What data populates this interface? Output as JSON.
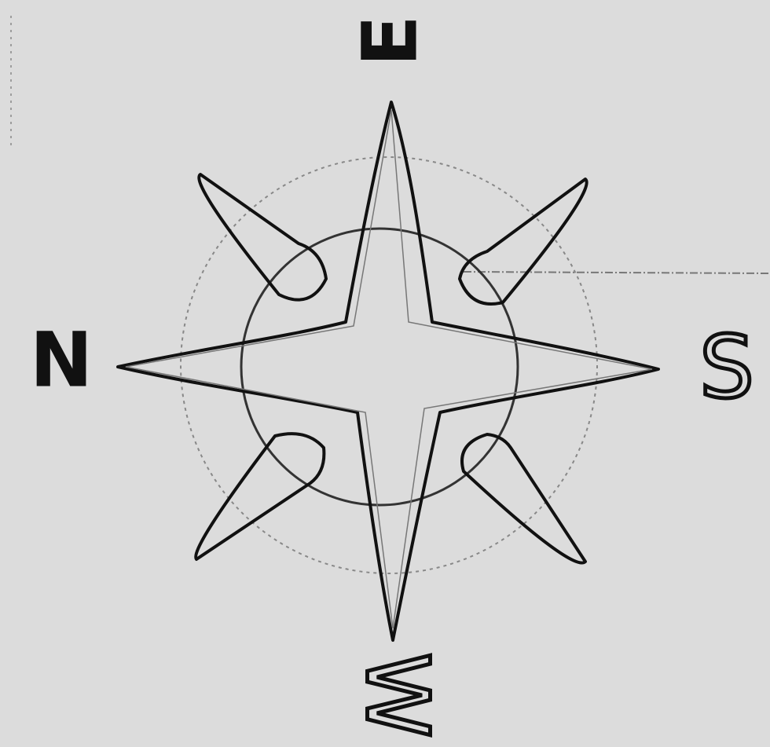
{
  "compass": {
    "labels": {
      "top": "E",
      "left": "N",
      "right": "S",
      "bottom": "W"
    },
    "colors": {
      "background": "#dcdcdc",
      "ink": "#111111",
      "faint": "#888888"
    }
  }
}
